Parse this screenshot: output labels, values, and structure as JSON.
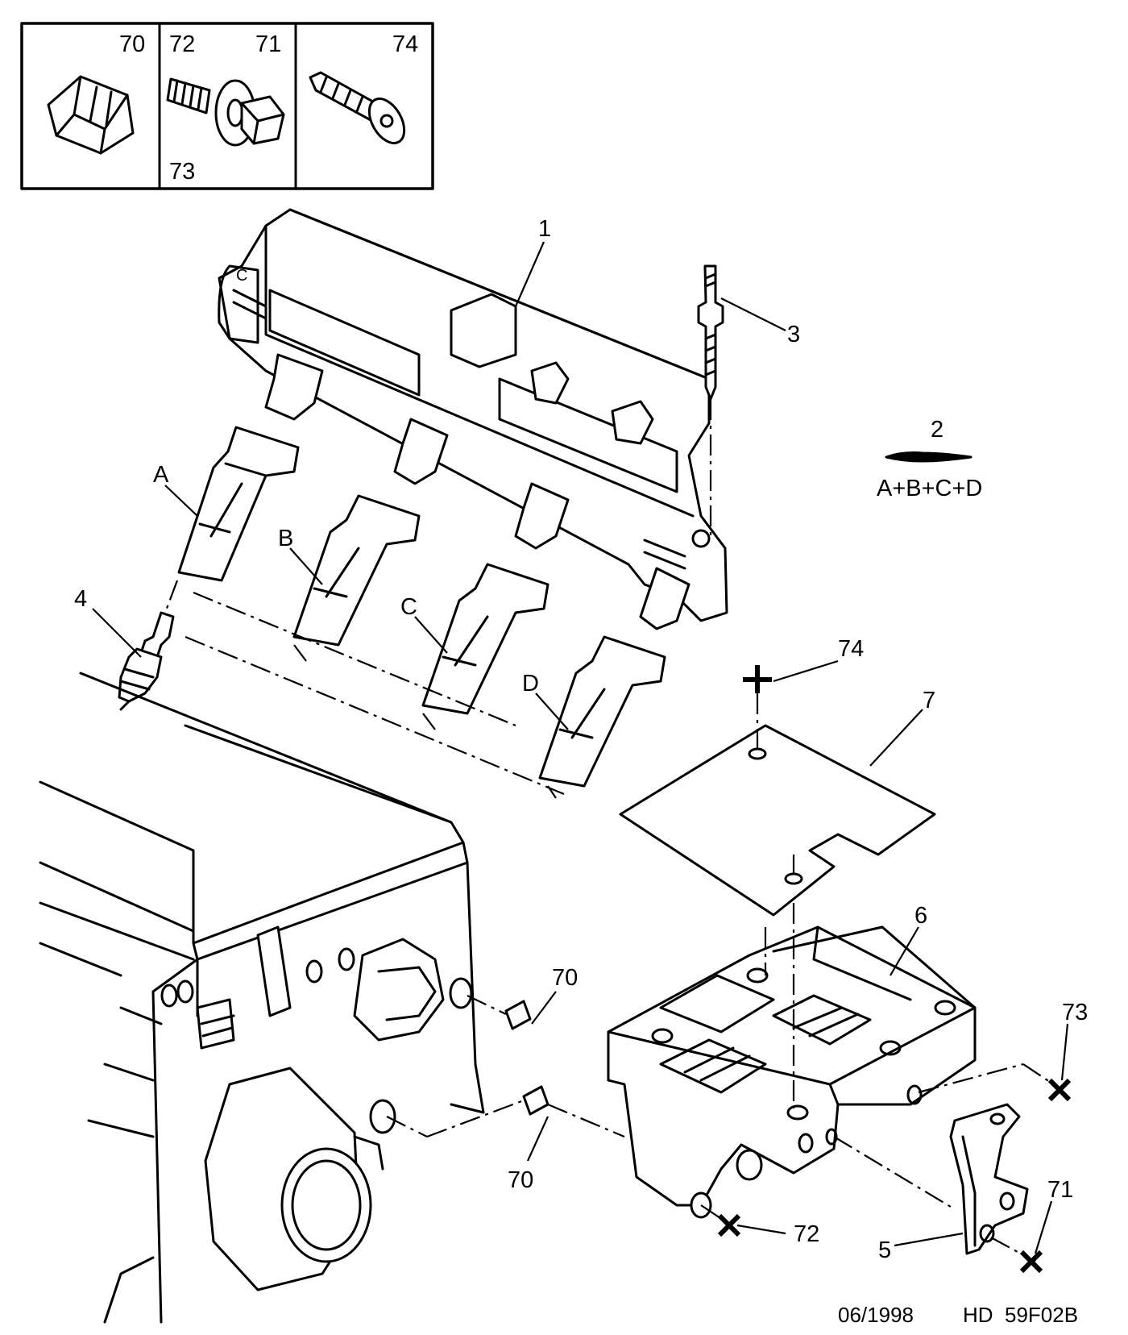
{
  "diagram": {
    "inset": {
      "cells": [
        {
          "labels": [
            "70"
          ]
        },
        {
          "labels": [
            "72",
            "71",
            "73"
          ]
        },
        {
          "labels": [
            "74"
          ]
        }
      ]
    },
    "callouts": {
      "coil_pack": "1",
      "coil_set": "2",
      "coil_set_formula": "A+B+C+D",
      "stud": "3",
      "spark_plug": "4",
      "bracket": "5",
      "module_support": "6",
      "gasket": "7",
      "coil_a": "A",
      "coil_b": "B",
      "coil_c": "C",
      "coil_d": "D",
      "screw_74": "74",
      "screw_73": "73",
      "screw_72": "72",
      "nut_71": "71",
      "clip_70_upper": "70",
      "clip_70_lower": "70"
    },
    "footer": {
      "date": "06/1998",
      "reference": "HD  59F02B"
    }
  }
}
